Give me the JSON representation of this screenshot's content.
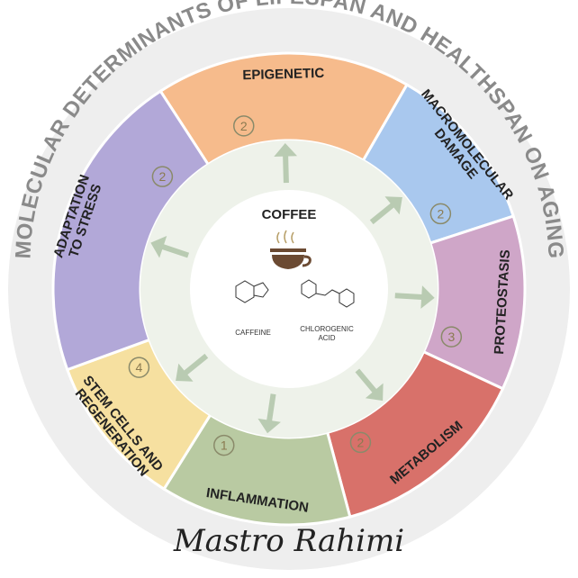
{
  "title": "MOLECULAR DETERMINANTS OF LIFESPAN AND HEALTHSPAN ON AGING",
  "center": {
    "title": "COFFEE",
    "compound1": "CAFFEINE",
    "compound2_line1": "CHLOROGENIC",
    "compound2_line2": "ACID"
  },
  "segments": [
    {
      "lines": [
        "EPIGENETIC"
      ],
      "number": "2",
      "color": "#f6bb8c"
    },
    {
      "lines": [
        "MACROMOLECULAR",
        "DAMAGE"
      ],
      "number": "2",
      "color": "#a9c8ee"
    },
    {
      "lines": [
        "PROTEOSTASIS"
      ],
      "number": "3",
      "color": "#cfa6c8"
    },
    {
      "lines": [
        "METABOLISM"
      ],
      "number": "2",
      "color": "#d8716a"
    },
    {
      "lines": [
        "INFLAMMATION"
      ],
      "number": "1",
      "color": "#b9caa2"
    },
    {
      "lines": [
        "STEM CELLS AND",
        "REGENERATION"
      ],
      "number": "4",
      "color": "#f6e0a0"
    },
    {
      "lines": [
        "ADAPTATION",
        "TO STRESS"
      ],
      "number": "2",
      "color": "#b2a8d8"
    }
  ],
  "signature": "Mastro Rahimi"
}
